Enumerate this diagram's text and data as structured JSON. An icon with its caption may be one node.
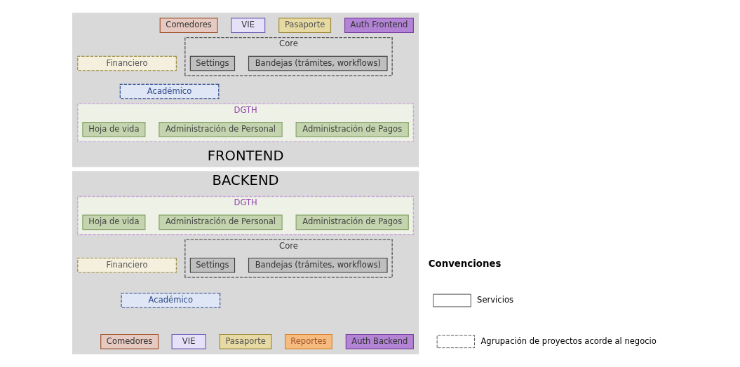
{
  "diagram": {
    "nodes": [
      {
        "text": [
          "FRONTEND"
        ]
      },
      {
        "text": [
          "Comedores"
        ],
        "in": 0
      },
      {
        "text": [
          "VIE"
        ],
        "in": 0
      },
      {
        "text": [
          "Pasaporte"
        ],
        "in": 0
      },
      {
        "text": [
          "Auth Frontend"
        ],
        "in": 0
      },
      {
        "text": [
          "Core"
        ],
        "in": 0
      },
      {
        "text": [
          "Settings"
        ],
        "in": 5
      },
      {
        "text": [
          "Bandejas (trámites, workflows)"
        ],
        "in": 5
      },
      {
        "text": [
          "Financiero"
        ],
        "in": 0
      },
      {
        "text": [
          "Académico"
        ],
        "in": 0
      },
      {
        "text": [
          "DGTH"
        ],
        "in": 0
      },
      {
        "text": [
          "Hoja de vida"
        ],
        "in": 10
      },
      {
        "text": [
          "Administración de Personal"
        ],
        "in": 10
      },
      {
        "text": [
          "Administración de Pagos"
        ],
        "in": 10
      },
      {
        "text": [
          "BACKEND"
        ]
      },
      {
        "text": [
          "DGTH"
        ],
        "in": 14
      },
      {
        "text": [
          "Hoja de vida"
        ],
        "in": 15
      },
      {
        "text": [
          "Administración de Personal"
        ],
        "in": 15
      },
      {
        "text": [
          "Administración de Pagos"
        ],
        "in": 15
      },
      {
        "text": [
          "Core"
        ],
        "in": 14
      },
      {
        "text": [
          "Settings"
        ],
        "in": 19
      },
      {
        "text": [
          "Bandejas (trámites, workflows)"
        ],
        "in": 19
      },
      {
        "text": [
          "Financiero"
        ],
        "in": 14
      },
      {
        "text": [
          "Académico"
        ],
        "in": 14
      },
      {
        "text": [
          "Comedores"
        ],
        "in": 14
      },
      {
        "text": [
          "VIE"
        ],
        "in": 14
      },
      {
        "text": [
          "Pasaporte"
        ],
        "in": 14
      },
      {
        "text": [
          "Reportes"
        ],
        "in": 14
      },
      {
        "text": [
          "Auth Backend"
        ],
        "in": 14
      }
    ],
    "labels": [
      "Convenciones"
    ],
    "legend": [
      {
        "text": "Servicios"
      },
      {
        "text": "Agrupación de proyectos acorde al negocio"
      }
    ]
  }
}
